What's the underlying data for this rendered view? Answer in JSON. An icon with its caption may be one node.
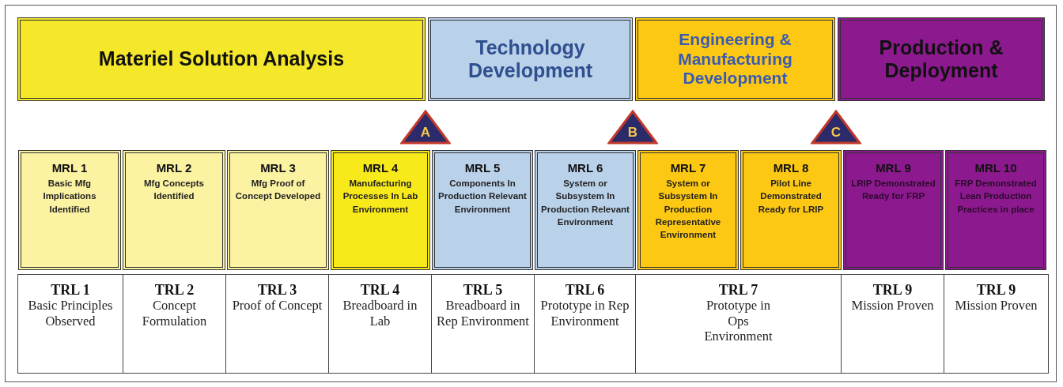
{
  "diagram": {
    "nodes": [
      {
        "text": [
          "Materiel Solution Analysis"
        ]
      },
      {
        "text": [
          "Technology Development"
        ]
      },
      {
        "text": [
          "Engineering & Manufacturing Development"
        ]
      },
      {
        "text": [
          "Production & Deployment"
        ]
      },
      {
        "text": [
          "A"
        ]
      },
      {
        "text": [
          "B"
        ]
      },
      {
        "text": [
          "C"
        ]
      },
      {
        "text": [
          "MRL 1",
          "Basic Mfg Implications Identified"
        ]
      },
      {
        "text": [
          "MRL 2",
          "Mfg Concepts Identified"
        ]
      },
      {
        "text": [
          "MRL 3",
          "Mfg Proof of Concept Developed"
        ]
      },
      {
        "text": [
          "MRL 4",
          "Manufacturing Processes In Lab Environment"
        ]
      },
      {
        "text": [
          "MRL 5",
          "Components In Production Relevant Environment"
        ]
      },
      {
        "text": [
          "MRL 6",
          "System or Subsystem In Production Relevant Environment"
        ]
      },
      {
        "text": [
          "MRL 7",
          "System or Subsystem In Production Representative Environment"
        ]
      },
      {
        "text": [
          "MRL 8",
          "Pilot Line Demonstrated Ready for LRIP"
        ]
      },
      {
        "text": [
          "MRL 9",
          "LRIP Demonstrated Ready for FRP"
        ]
      },
      {
        "text": [
          "MRL 10",
          "FRP Demonstrated Lean Production Practices in place"
        ]
      },
      {
        "text": [
          "TRL 1",
          "Basic Principles Observed"
        ]
      },
      {
        "text": [
          "TRL 2",
          "Concept Formulation"
        ]
      },
      {
        "text": [
          "TRL 3",
          "Proof of Concept"
        ]
      },
      {
        "text": [
          "TRL 4",
          "Breadboard in Lab"
        ]
      },
      {
        "text": [
          "TRL 5",
          "Breadboard in Rep Environment"
        ]
      },
      {
        "text": [
          "TRL 6",
          "Prototype in Rep Environment"
        ]
      },
      {
        "text": [
          "TRL 7",
          "Prototype in Ops Environment"
        ]
      },
      {
        "text": [
          "TRL 9",
          "Mission Proven"
        ]
      },
      {
        "text": [
          "TRL 9",
          "Mission Proven"
        ]
      }
    ]
  }
}
